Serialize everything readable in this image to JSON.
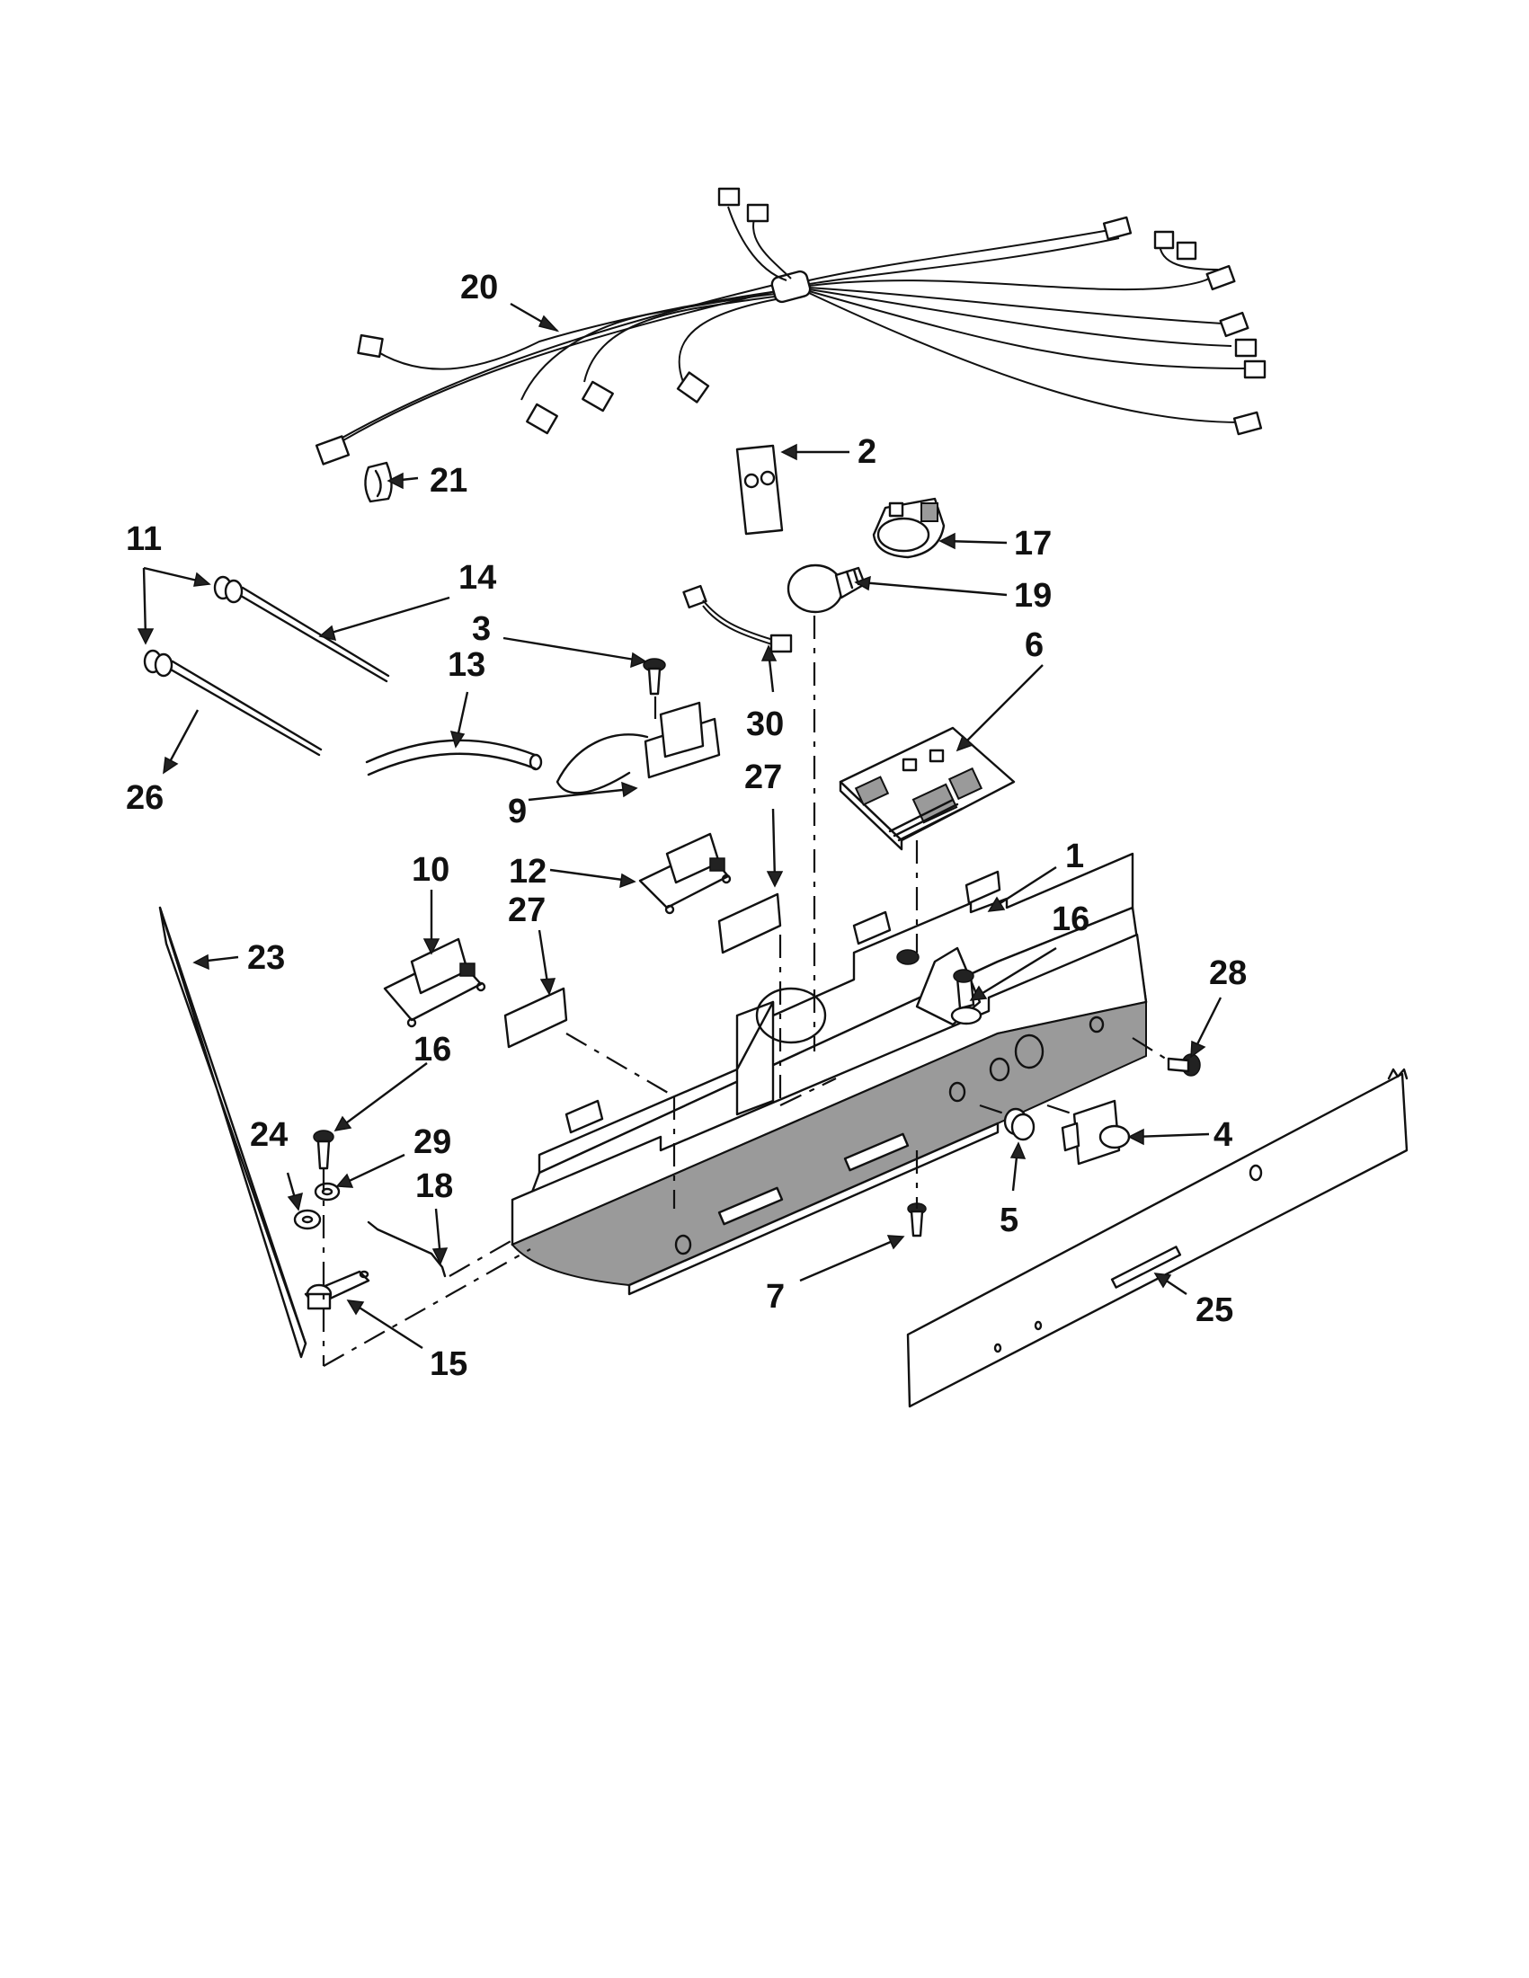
{
  "callouts": [
    {
      "id": "1",
      "label": "1"
    },
    {
      "id": "2",
      "label": "2"
    },
    {
      "id": "3",
      "label": "3"
    },
    {
      "id": "4",
      "label": "4"
    },
    {
      "id": "5",
      "label": "5"
    },
    {
      "id": "6",
      "label": "6"
    },
    {
      "id": "7",
      "label": "7"
    },
    {
      "id": "9",
      "label": "9"
    },
    {
      "id": "10",
      "label": "10"
    },
    {
      "id": "11",
      "label": "11"
    },
    {
      "id": "12",
      "label": "12"
    },
    {
      "id": "13",
      "label": "13"
    },
    {
      "id": "14",
      "label": "14"
    },
    {
      "id": "15",
      "label": "15"
    },
    {
      "id": "16a",
      "label": "16"
    },
    {
      "id": "16b",
      "label": "16"
    },
    {
      "id": "17",
      "label": "17"
    },
    {
      "id": "18",
      "label": "18"
    },
    {
      "id": "19",
      "label": "19"
    },
    {
      "id": "20",
      "label": "20"
    },
    {
      "id": "21",
      "label": "21"
    },
    {
      "id": "23",
      "label": "23"
    },
    {
      "id": "24",
      "label": "24"
    },
    {
      "id": "25",
      "label": "25"
    },
    {
      "id": "26",
      "label": "26"
    },
    {
      "id": "27a",
      "label": "27"
    },
    {
      "id": "27b",
      "label": "27"
    },
    {
      "id": "28",
      "label": "28"
    },
    {
      "id": "29",
      "label": "29"
    },
    {
      "id": "30",
      "label": "30"
    }
  ]
}
